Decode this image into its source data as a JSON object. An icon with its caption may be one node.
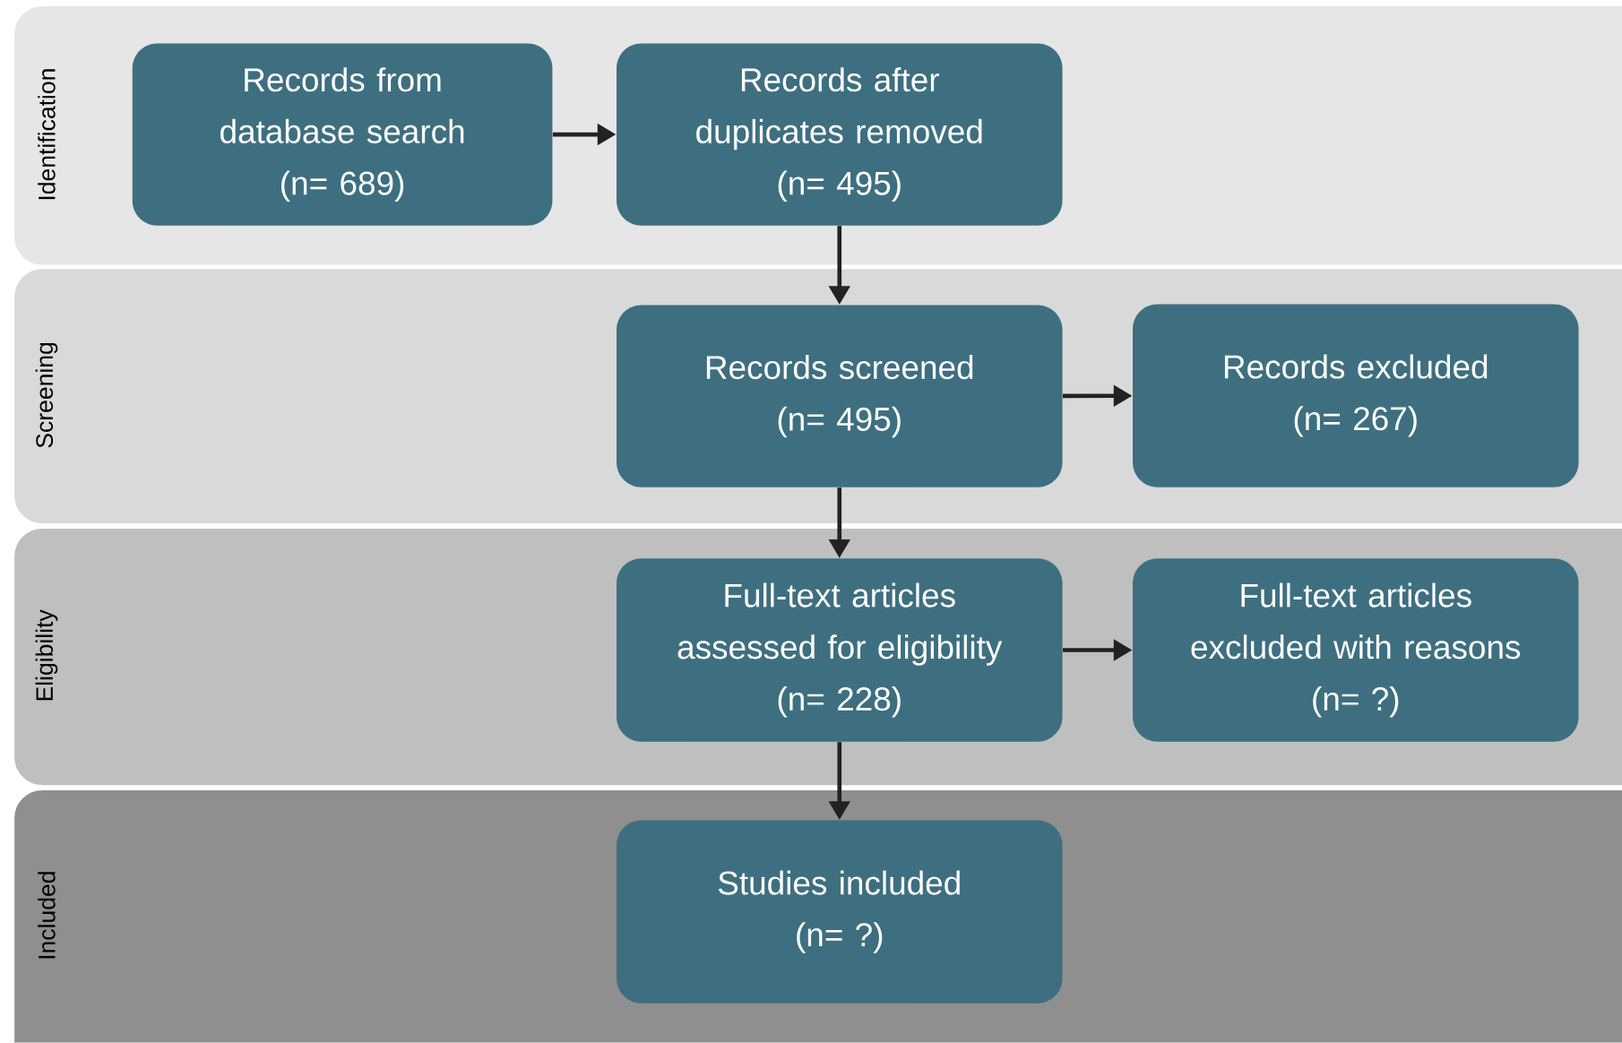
{
  "diagram": {
    "nodes": [
      {
        "text": [
          "Identification"
        ]
      },
      {
        "text": [
          "Records from database search",
          "(n= 689)"
        ],
        "in": 0
      },
      {
        "text": [
          "Records after duplicates removed",
          "(n= 495)"
        ],
        "in": 0
      },
      {
        "text": [
          "Screening"
        ]
      },
      {
        "text": [
          "Records screened",
          "(n= 495)"
        ],
        "in": 3
      },
      {
        "text": [
          "Records excluded",
          "(n= 267)"
        ],
        "in": 3
      },
      {
        "text": [
          "Eligibility"
        ]
      },
      {
        "text": [
          "Full-text articles assessed for eligibility",
          "(n= 228)"
        ],
        "in": 6
      },
      {
        "text": [
          "Full-text articles excluded with reasons",
          "(n= ?)"
        ],
        "in": 6
      },
      {
        "text": [
          "Included"
        ]
      },
      {
        "text": [
          "Studies included",
          "(n= ?)"
        ],
        "in": 9
      }
    ],
    "edges": [
      {
        "from": 1,
        "to": 2,
        "arrow": "to"
      },
      {
        "from": 2,
        "to": 4,
        "arrow": "to"
      },
      {
        "from": 4,
        "to": 5,
        "arrow": "to"
      },
      {
        "from": 4,
        "to": 7,
        "arrow": "to"
      },
      {
        "from": 7,
        "to": 8,
        "arrow": "to"
      },
      {
        "from": 7,
        "to": 10,
        "arrow": "to"
      }
    ]
  }
}
